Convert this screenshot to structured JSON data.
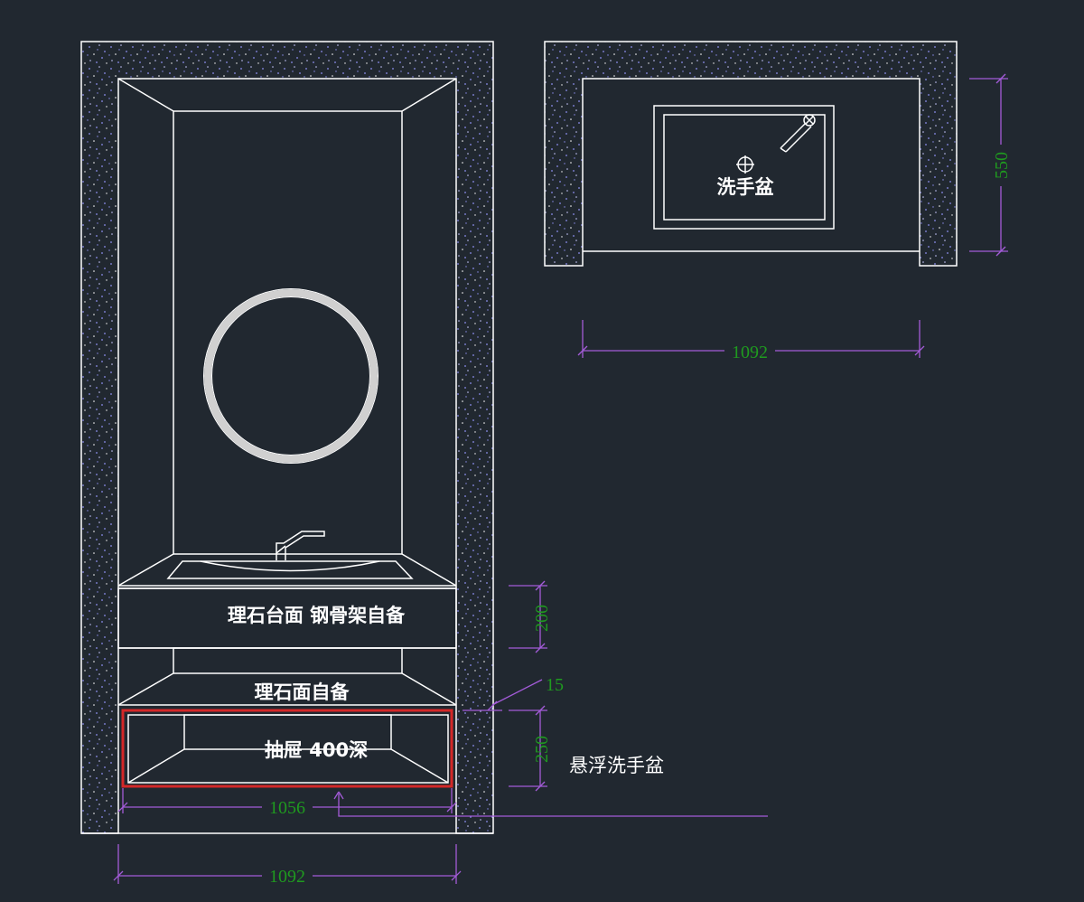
{
  "labels": {
    "countertop": "理石台面 钢骨架自备",
    "marble_surface": "理石面自备",
    "drawer": "抽屉 400深",
    "basin_plan": "洗手盆",
    "floating_basin": "悬浮洗手盆"
  },
  "dimensions": {
    "top_width": "1092",
    "top_depth": "550",
    "front_width_outer": "1092",
    "front_width_inner": "1056",
    "countertop_height": "200",
    "gap": "15",
    "drawer_height": "250"
  },
  "colors": {
    "background": "#212830",
    "lines": "#ffffff",
    "dimension_lines": "#a35bd8",
    "dimension_text": "#1f9a1f",
    "highlight": "#d42828",
    "wall_speckle": "#8d8ff0"
  }
}
